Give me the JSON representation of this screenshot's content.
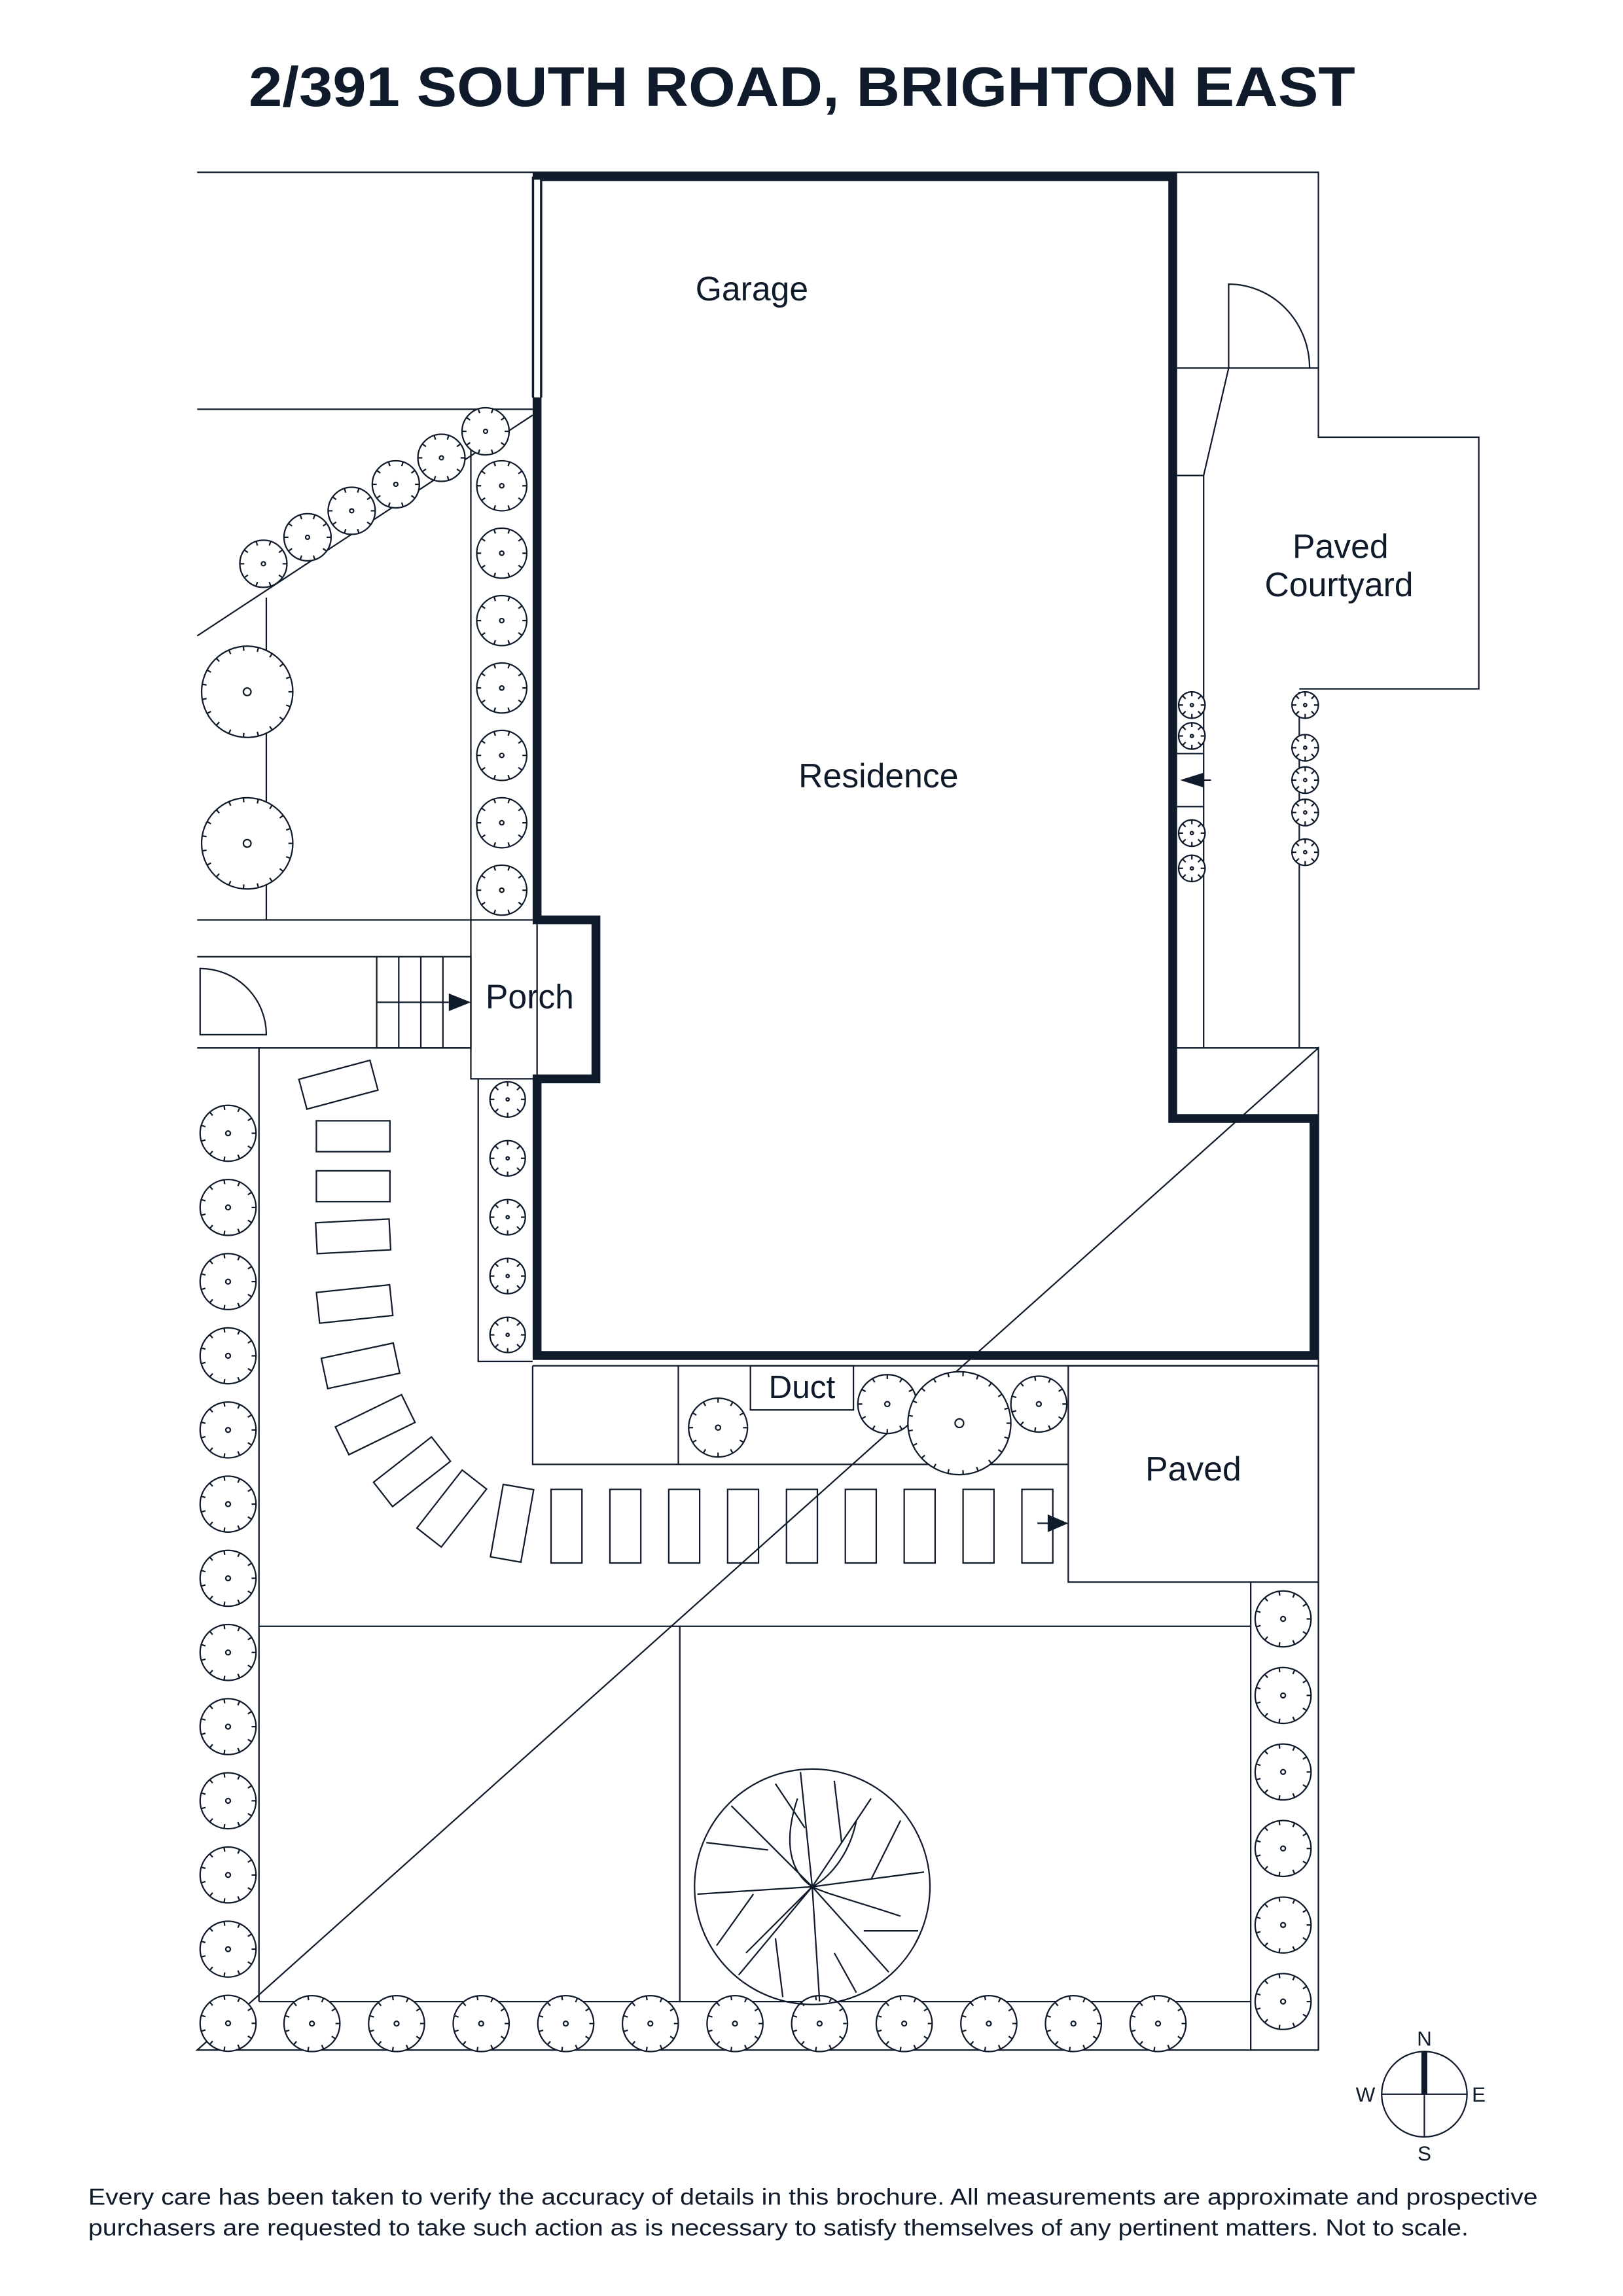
{
  "title": "2/391 SOUTH ROAD, BRIGHTON EAST",
  "rooms": {
    "garage": "Garage",
    "residence": "Residence",
    "porch": "Porch",
    "paved_courtyard_line1": "Paved",
    "paved_courtyard_line2": "Courtyard",
    "duct": "Duct",
    "paved": "Paved"
  },
  "compass": {
    "n": "N",
    "s": "S",
    "e": "E",
    "w": "W"
  },
  "disclaimer": {
    "line1": "Every care has been taken to verify the accuracy of details in this brochure. All measurements are approximate and prospective",
    "line2": "purchasers are requested to take such action as is necessary to satisfy themselves of any pertinent matters. Not to scale."
  },
  "colors": {
    "ink": "#0f1a2b"
  }
}
